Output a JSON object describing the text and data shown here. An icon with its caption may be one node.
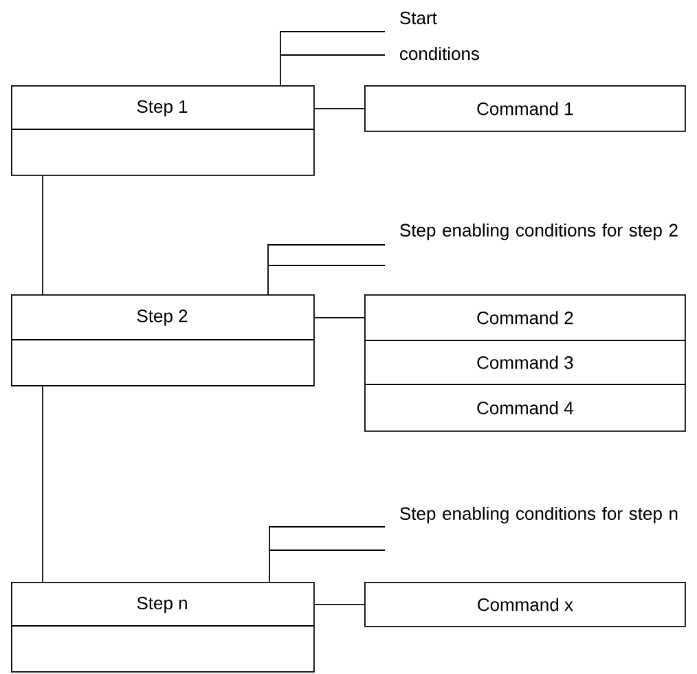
{
  "diagram": {
    "nodes": [
      {
        "text": [
          "Step 1"
        ]
      },
      {
        "text": [
          "Command 1"
        ]
      },
      {
        "text": [
          "Start conditions"
        ]
      },
      {
        "text": [
          "Step 2"
        ]
      },
      {
        "text": [
          "Command 2"
        ]
      },
      {
        "text": [
          "Command 3"
        ]
      },
      {
        "text": [
          "Command 4"
        ]
      },
      {
        "text": [
          "Step enabling conditions for step 2"
        ]
      },
      {
        "text": [
          "Step n"
        ]
      },
      {
        "text": [
          "Command x"
        ]
      },
      {
        "text": [
          "Step enabling conditions for step n"
        ]
      }
    ],
    "edges": [
      {
        "from": 0,
        "to": 1,
        "arrow": "none"
      },
      {
        "from": 2,
        "to": 0,
        "arrow": "none"
      },
      {
        "from": 0,
        "to": 3,
        "arrow": "none"
      },
      {
        "from": 3,
        "to": 4,
        "arrow": "none"
      },
      {
        "from": 7,
        "to": 3,
        "arrow": "none"
      },
      {
        "from": 3,
        "to": 8,
        "arrow": "none"
      },
      {
        "from": 8,
        "to": 9,
        "arrow": "none"
      },
      {
        "from": 10,
        "to": 8,
        "arrow": "none"
      }
    ]
  }
}
